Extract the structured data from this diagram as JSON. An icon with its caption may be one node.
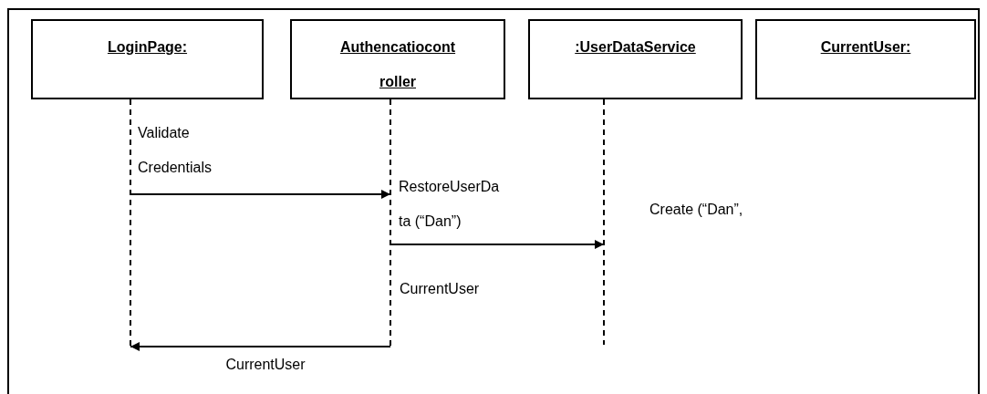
{
  "diagram": {
    "nodes": [
      {
        "text": [
          "LoginPage:"
        ]
      },
      {
        "text": [
          "Authencatiocont roller"
        ]
      },
      {
        "text": [
          ":UserDataService"
        ]
      },
      {
        "text": [
          "CurrentUser:"
        ]
      }
    ],
    "edges": [
      {
        "from": 0,
        "to": 1,
        "arrow": "to",
        "label": "Validate Credentials"
      },
      {
        "from": 1,
        "to": 2,
        "arrow": "to",
        "label": "RestoreUserDa ta (“Dan”)"
      },
      {
        "from": 1,
        "to": 0,
        "arrow": "to",
        "label": "CurrentUser"
      }
    ],
    "labels": [
      "Create (“Dan”,",
      "CurrentUser"
    ]
  }
}
